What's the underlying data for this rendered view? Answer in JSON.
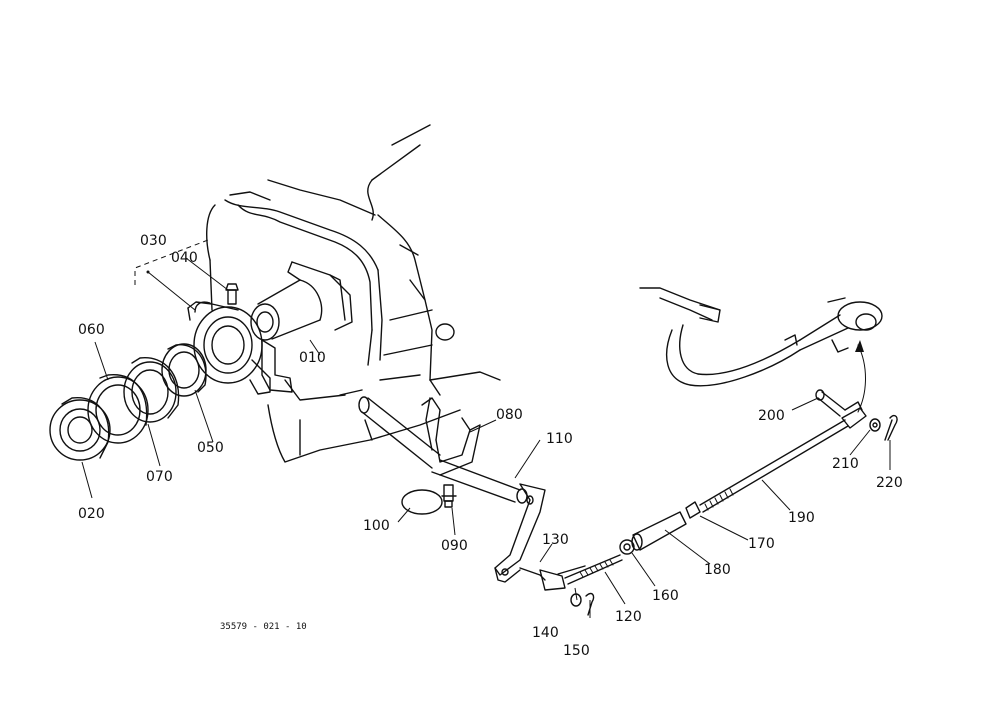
{
  "drawing": {
    "code": "35579 - 021 - 10",
    "labels": {
      "p010": "010",
      "p020": "020",
      "p030": "030",
      "p040": "040",
      "p050": "050",
      "p060": "060",
      "p070": "070",
      "p080": "080",
      "p090": "090",
      "p100": "100",
      "p110": "110",
      "p120": "120",
      "p130": "130",
      "p140": "140",
      "p150": "150",
      "p160": "160",
      "p170": "170",
      "p180": "180",
      "p190": "190",
      "p200": "200",
      "p210": "210",
      "p220": "220"
    }
  }
}
